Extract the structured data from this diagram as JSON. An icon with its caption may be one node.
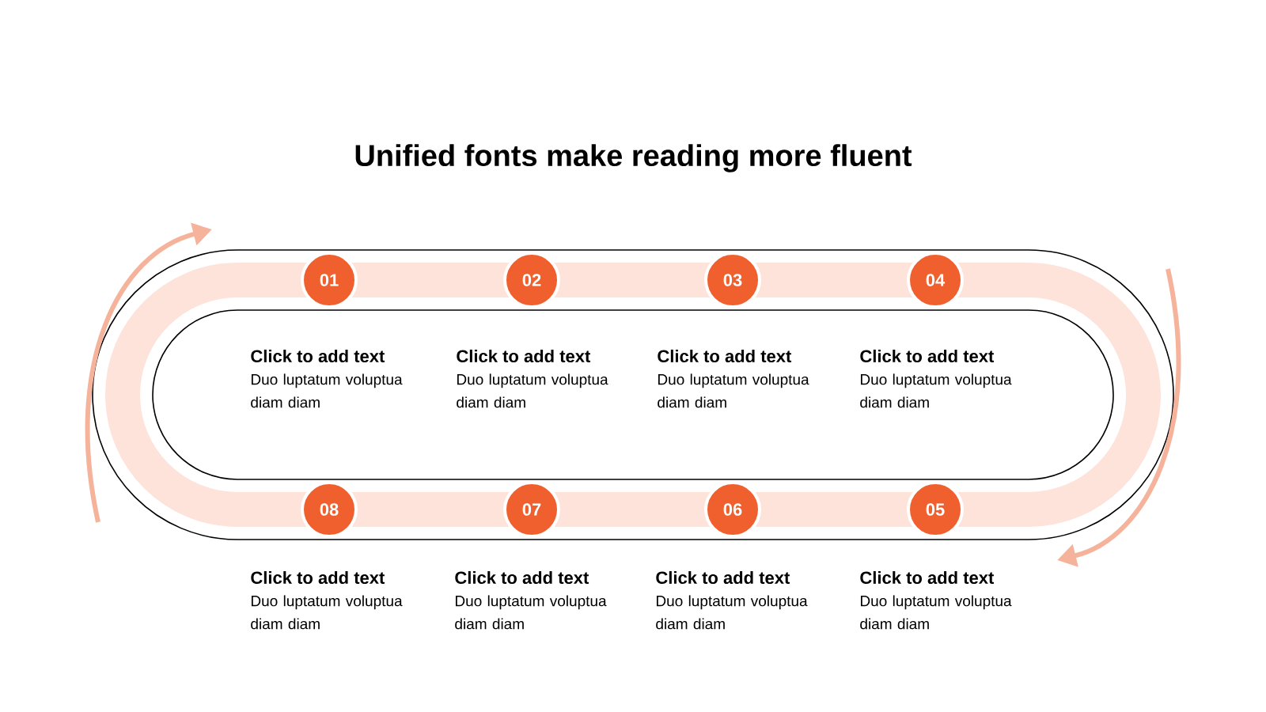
{
  "diagram": {
    "title": "Unified fonts make reading more fluent",
    "nodes": [
      {
        "text": [
          "01"
        ],
        "beside": [
          "Click to add text",
          "Duo luptatum voluptua diam diam"
        ]
      },
      {
        "text": [
          "02"
        ],
        "beside": [
          "Click to add text",
          "Duo luptatum voluptua diam diam"
        ]
      },
      {
        "text": [
          "03"
        ],
        "beside": [
          "Click to add text",
          "Duo luptatum voluptua diam diam"
        ]
      },
      {
        "text": [
          "04"
        ],
        "beside": [
          "Click to add text",
          "Duo luptatum voluptua diam diam"
        ]
      },
      {
        "text": [
          "05"
        ],
        "beside": [
          "Click to add text",
          "Duo luptatum voluptua diam diam"
        ]
      },
      {
        "text": [
          "06"
        ],
        "beside": [
          "Click to add text",
          "Duo luptatum voluptua diam diam"
        ]
      },
      {
        "text": [
          "07"
        ],
        "beside": [
          "Click to add text",
          "Duo luptatum voluptua diam diam"
        ]
      },
      {
        "text": [
          "08"
        ],
        "beside": [
          "Click to add text",
          "Duo luptatum voluptua diam diam"
        ]
      }
    ]
  }
}
